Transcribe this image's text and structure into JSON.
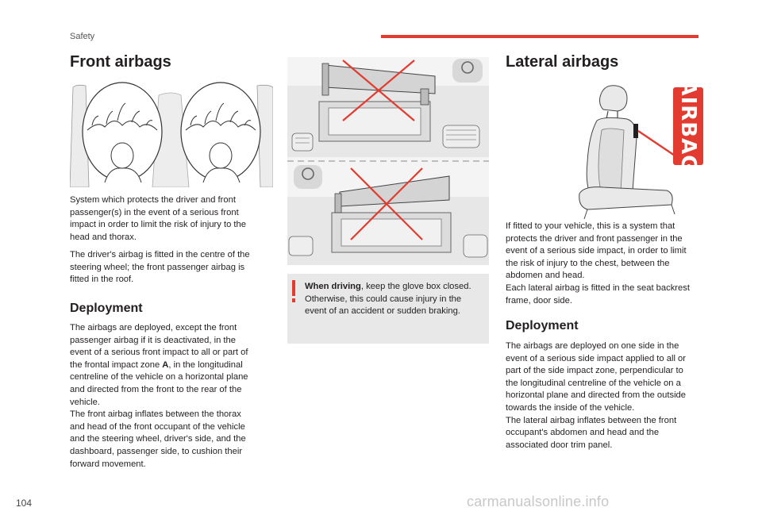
{
  "header": {
    "section": "Safety",
    "accent_color": "#e23b2f"
  },
  "left": {
    "title": "Front airbags",
    "paragraph1": "System which protects the driver and front\npassenger(s) in the event of a serious front\nimpact in order to limit the risk of injury to the\nhead and thorax.",
    "paragraph2": "The driver's airbag is fitted in the centre of the\nsteering wheel; the front passenger airbag is\nfitted in the roof.",
    "deployment_title": "Deployment",
    "deployment_pre": "The airbags are deployed, except the front\npassenger airbag if it is deactivated, in the\nevent of a serious front impact to all or part of\nthe frontal impact zone ",
    "zone_letter": "A",
    "deployment_post": ", in the longitudinal\ncentreline of the vehicle on a horizontal plane\nand directed from the front to the rear of the\nvehicle.\nThe front airbag inflates between the thorax\nand head of the front occupant of the vehicle\nand the steering wheel, driver's side, and the\ndashboard, passenger side, to cushion their\nforward movement."
  },
  "middle": {
    "warning_lead": "When driving",
    "warning_rest": ", keep the glove box closed.\nOtherwise, this could cause injury in the\nevent of an accident or sudden braking.",
    "warning_color": "#e23b2f"
  },
  "right": {
    "title": "Lateral airbags",
    "airbag_label": "AIRBAG",
    "paragraph": "If fitted to your vehicle, this is a system that\nprotects the driver and front passenger in the\nevent of a serious side impact, in order to limit\nthe risk of injury to the chest, between the\nabdomen and head.\nEach lateral airbag is fitted in the seat backrest\nframe, door side.",
    "deployment_title": "Deployment",
    "deployment_text": "The airbags are deployed on one side in the\nevent of a serious side impact applied to all or\npart of the side impact zone, perpendicular to\nthe longitudinal centreline of the vehicle on a\nhorizontal plane and directed from the outside\ntowards the inside of the vehicle.\nThe lateral airbag inflates between the front\noccupant's abdomen and head and the\nassociated door trim panel."
  },
  "footer": {
    "page_number": "104",
    "watermark": "carmanualsonline.info"
  }
}
